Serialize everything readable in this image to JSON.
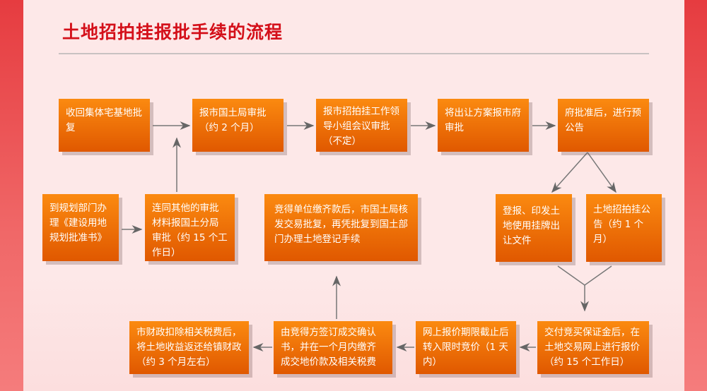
{
  "title": "土地招拍挂报批手续的流程",
  "steps": {
    "s1": "收回集体宅基地批复",
    "s2": "报市国土局审批（约 2 个月）",
    "s3": "报市招拍挂工作领导小组会议审批（不定）",
    "s4": "将出让方案报市府审批",
    "s5": "府批准后，进行预公告",
    "s6": "到规划部门办理《建设用地规划批准书》",
    "s7": "连同其他的审批材料报国土分局审批（约 15 个工作日）",
    "s8": "竞得单位缴齐款后，市国土局核发交易批复，再凭批复到国土部门办理土地登记手续",
    "s9": "登报、印发土地使用挂牌出让文件",
    "s10": "土地招拍挂公告（约 1 个月）",
    "s11": "交付竞买保证金后，在土地交易网上进行报价（约 15 个工作日）",
    "s12": "网上报价期限截止后转入限时竞价（1 天内）",
    "s13": "由竞得方签订成交确认书，并在一个月内缴齐成交地价款及相关税费",
    "s14": "市财政扣除相关税费后，将土地收益返还给镇财政（约 3 个月左右）"
  },
  "colors": {
    "title": "#d4101a",
    "box_top": "#fb8a10",
    "box_bottom": "#e05800",
    "arrow": "#666666"
  }
}
